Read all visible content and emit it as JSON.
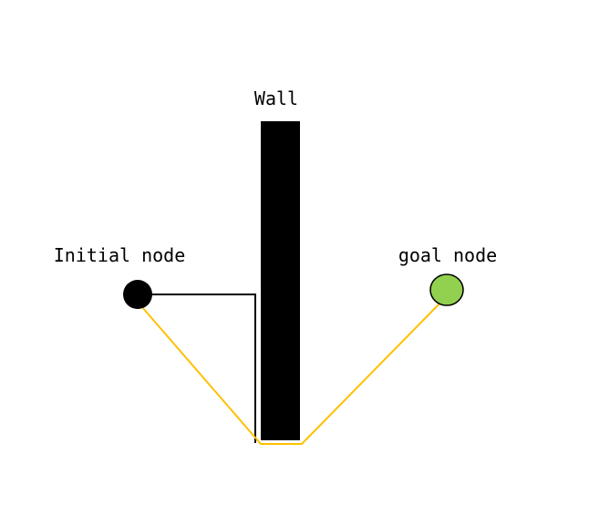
{
  "diagram": {
    "labels": {
      "wall": "Wall",
      "initial": "Initial node",
      "goal": "goal node"
    },
    "colors": {
      "background": "#ffffff",
      "wall": "#000000",
      "initial_node": "#000000",
      "goal_node": "#92d050",
      "goal_node_outline": "#000000",
      "blocked_path": "#000000",
      "found_path": "#ffc000"
    }
  }
}
